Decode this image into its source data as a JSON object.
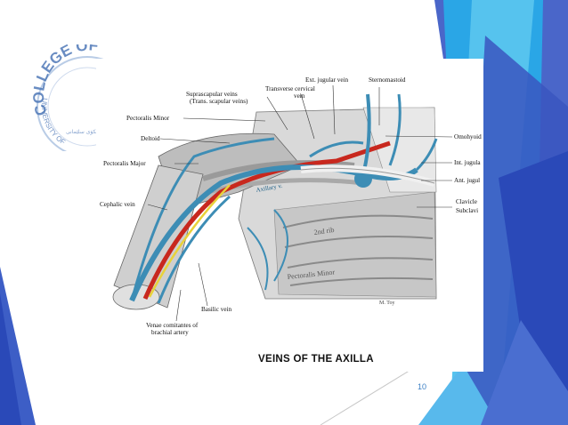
{
  "slide": {
    "page_number": "10",
    "logo_text": "COLLEGE OF",
    "logo_text2": "UNIVERSITY OF",
    "logo_subtext": "زانكۆى سلێمانى"
  },
  "figure": {
    "caption": "VEINS OF THE AXILLA",
    "artist_signature": "M. Toy",
    "in_image_text": [
      "2nd rib",
      "Axillary v.",
      "Pectoralis Minor"
    ],
    "labels": {
      "ext_jugular": "Ext. jugular vein",
      "sternomastoid": "Sternomastoid",
      "suprascapular_1": "Suprascapular veins",
      "suprascapular_2": "(Trans. scapular veins)",
      "transverse_cervical_1": "Transverse cervical",
      "transverse_cervical_2": "vein",
      "pectoralis_minor": "Pectoralis Minor",
      "deltoid": "Deltoid",
      "pectoralis_major": "Pectoralis Major",
      "cephalic": "Cephalic vein",
      "omohyoid": "Omohyoid",
      "int_jugular": "Int. jugula",
      "ant_jugular": "Ant. jugul",
      "clavicle": "Clavicle",
      "subclavius": "Subclavi",
      "basilic": "Basilic vein",
      "venae_1": "Venae comitantes of",
      "venae_2": "brachial artery"
    }
  },
  "colors": {
    "vein": "#3d8db5",
    "artery": "#c8281e",
    "nerve": "#e8d23a",
    "accent_blue": "#2f6fc6",
    "accent_cyan": "#35b7e8"
  }
}
